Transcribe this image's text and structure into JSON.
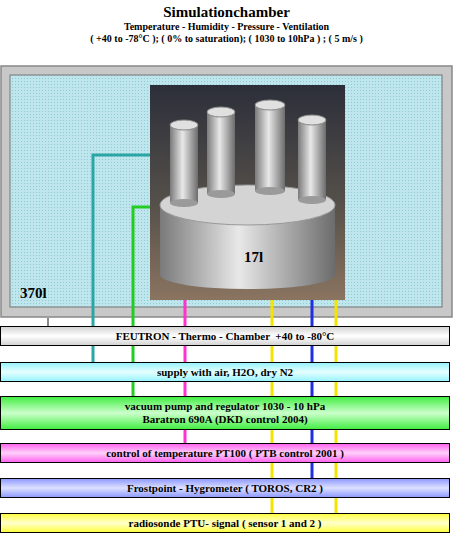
{
  "diagram": {
    "title": "Simulationchamber",
    "nodes": [
      {
        "text": [
          "370l"
        ]
      },
      {
        "text": [
          "17l"
        ],
        "in": 0
      },
      {
        "text": [
          "FEUTRON - Thermo - Chamber  +40 to -80°C"
        ]
      },
      {
        "text": [
          "supply with air, H2O, dry N2"
        ]
      },
      {
        "text": [
          "vacuum pump and regulator 1030 - 10 hPa",
          "Baratron 690A (DKD control 2004)"
        ]
      },
      {
        "text": [
          "control of temperature PT100 ( PTB control 2001 )"
        ]
      },
      {
        "text": [
          "Frostpoint - Hygrometer ( TOROS, CR2 )"
        ]
      },
      {
        "text": [
          "radiosonde PTU- signal ( sensor 1 and 2 )"
        ]
      }
    ],
    "edges": [
      {
        "from": 0,
        "to": 2,
        "arrow": "none"
      },
      {
        "from": 3,
        "to": 1,
        "arrow": "none"
      },
      {
        "from": 4,
        "to": 1,
        "arrow": "none"
      },
      {
        "from": 5,
        "to": 1,
        "arrow": "none"
      },
      {
        "from": 6,
        "to": 1,
        "arrow": "none"
      },
      {
        "from": 7,
        "to": 1,
        "arrow": "none"
      },
      {
        "from": 7,
        "to": 1,
        "arrow": "none"
      }
    ],
    "labels": [
      "Temperature - Humidity - Pressure - Ventilation",
      "( +40 to -78°C ); ( 0% to saturation); ( 1030 to 10hPa ) ; ( 5 m/s )"
    ]
  }
}
